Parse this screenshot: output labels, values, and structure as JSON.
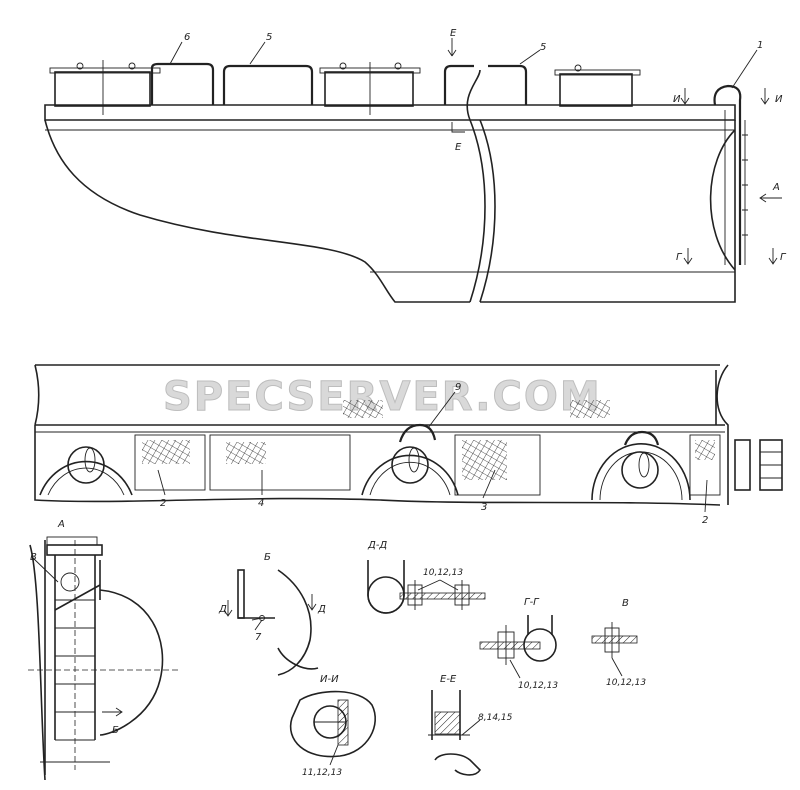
{
  "watermark": "SPECSERVER.COM",
  "labels": {
    "pos_1": "1",
    "pos_2a": "2",
    "pos_2b": "2",
    "pos_3": "3",
    "pos_4": "4",
    "pos_5a": "5",
    "pos_5b": "5",
    "pos_6": "6",
    "pos_7": "7",
    "pos_9": "9",
    "sec_E_top": "Е",
    "sec_E_bot": "Е",
    "sec_I_left": "И",
    "sec_I_right": "И",
    "sec_G_left": "Г",
    "sec_G_right": "Г",
    "view_A_arrow": "А",
    "view_B_arrow": "Б",
    "view_A_title": "А",
    "view_B_title": "Б",
    "view_V_title": "В",
    "sec_D_left": "Д",
    "sec_D_right": "Д",
    "detail_V_mark": "В",
    "sec_DD_title": "Д-Д",
    "sec_GG_title": "Г-Г",
    "sec_II_title": "И-И",
    "sec_EE_title": "Е-Е",
    "fasteners_DD": "10,12,13",
    "fasteners_GG": "10,12,13",
    "fasteners_V": "10,12,13",
    "fasteners_II": "11,12,13",
    "fasteners_EE": "8,14,15"
  }
}
